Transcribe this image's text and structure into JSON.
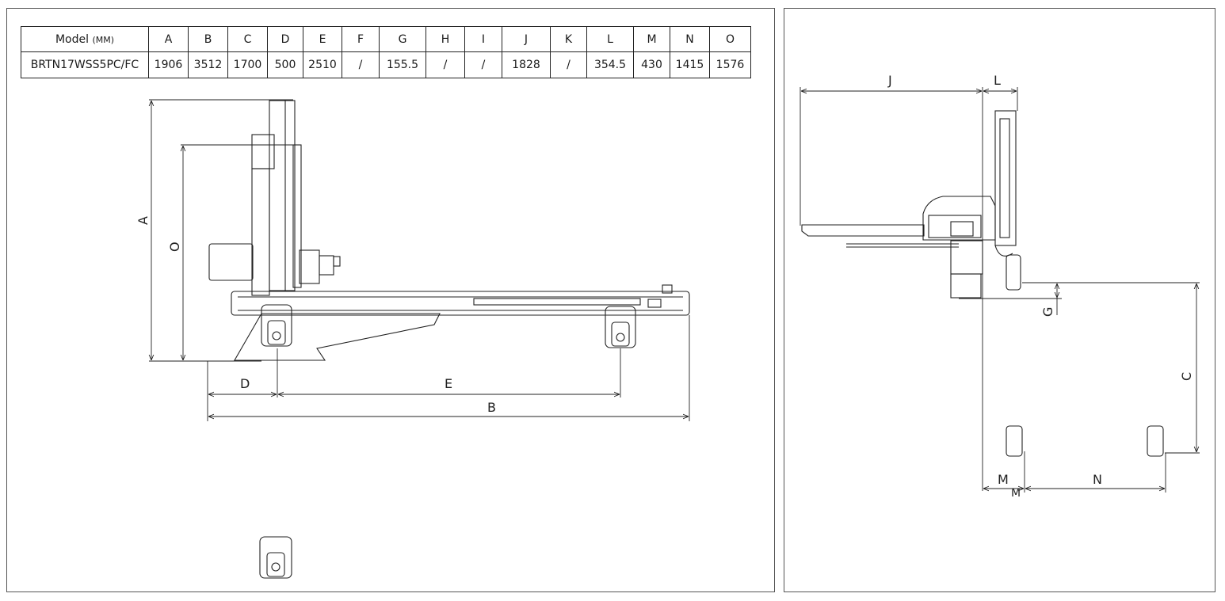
{
  "table": {
    "model_header": "Model",
    "unit": "(MM)",
    "columns": [
      "A",
      "B",
      "C",
      "D",
      "E",
      "F",
      "G",
      "H",
      "I",
      "J",
      "K",
      "L",
      "M",
      "N",
      "O"
    ],
    "model": "BRTN17WSS5PC/FC",
    "values": [
      "1906",
      "3512",
      "1700",
      "500",
      "2510",
      "/",
      "155.5",
      "/",
      "/",
      "1828",
      "/",
      "354.5",
      "430",
      "1415",
      "1576"
    ]
  },
  "left_labels": {
    "A": "A",
    "O": "O",
    "D": "D",
    "E": "E",
    "B": "B"
  },
  "right_labels": {
    "J": "J",
    "L": "L",
    "G": "G",
    "C": "C",
    "M": "M",
    "M2": "M",
    "N": "N"
  },
  "colors": {
    "line": "#222222",
    "border": "#555555"
  }
}
